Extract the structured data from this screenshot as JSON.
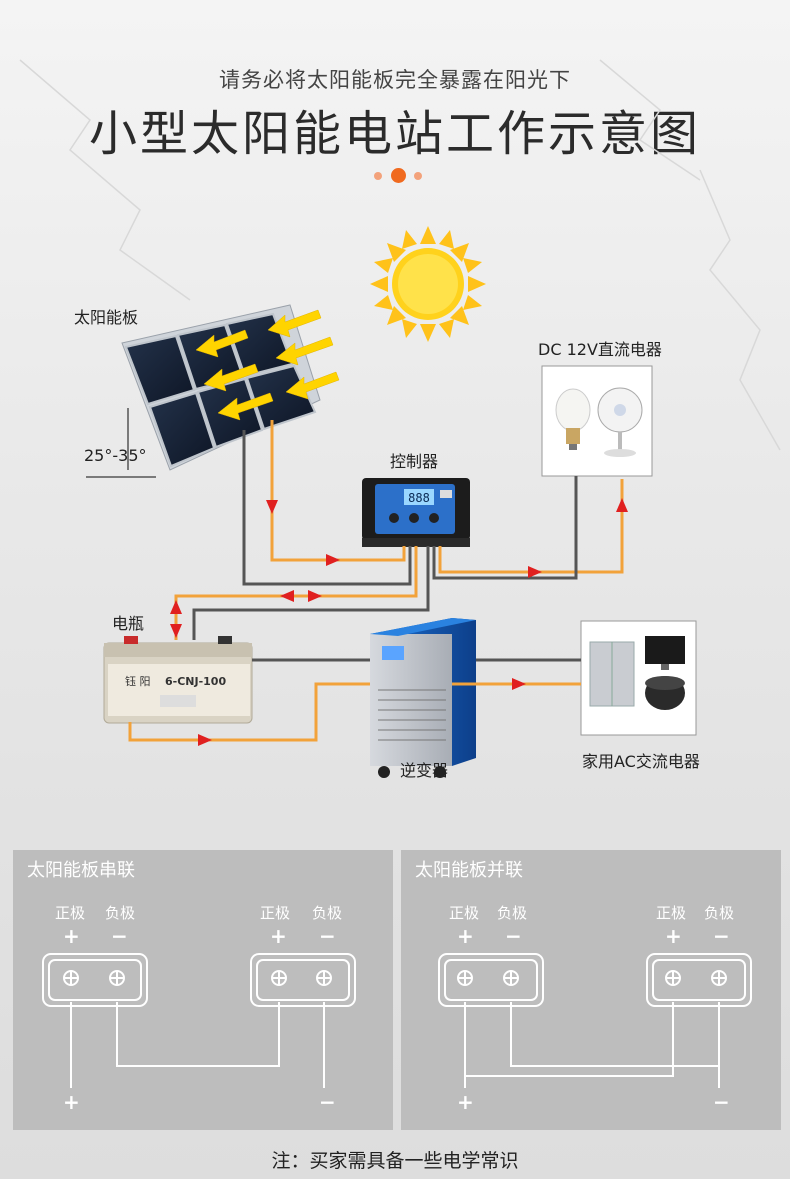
{
  "header": {
    "subtitle": "请务必将太阳能板完全暴露在阳光下",
    "title": "小型太阳能电站工作示意图"
  },
  "components": {
    "solar_panel": "太阳能板",
    "angle": "25°-35°",
    "dc_appliances": "DC 12V直流电器",
    "controller": "控制器",
    "battery": "电瓶",
    "inverter": "逆变器",
    "ac_appliances": "家用AC交流电器",
    "controller_display": "888",
    "battery_brand": "钰 阳",
    "battery_model": "6-CNJ-100"
  },
  "series_panel": {
    "title": "太阳能板串联",
    "positive_label": "正极",
    "negative_label": "负极",
    "plus": "+",
    "minus": "−"
  },
  "parallel_panel": {
    "title": "太阳能板并联",
    "positive_label": "正极",
    "negative_label": "负极",
    "plus": "+",
    "minus": "−"
  },
  "footer": {
    "note": "注：买家需具备一些电学常识"
  },
  "colors": {
    "wire_positive": "#f2a23a",
    "wire_negative": "#555555",
    "arrow": "#e02020",
    "sun": "#ffd21c",
    "panel_bg": "#bdbdbd"
  }
}
